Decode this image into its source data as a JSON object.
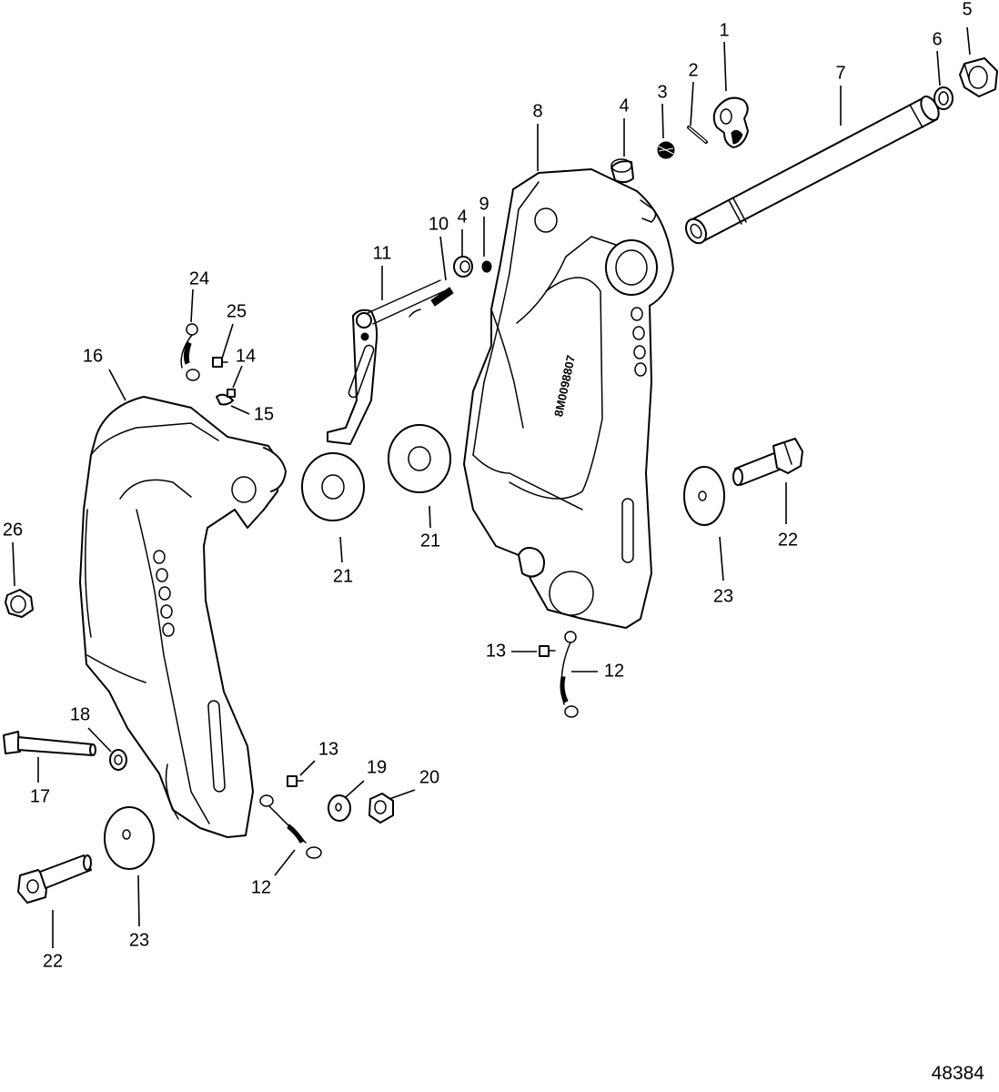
{
  "figure_number": "48384",
  "casting_marking": "8M0098807",
  "callouts": [
    {
      "id": "c1",
      "label": "1"
    },
    {
      "id": "c2",
      "label": "2"
    },
    {
      "id": "c3",
      "label": "3"
    },
    {
      "id": "c4a",
      "label": "4"
    },
    {
      "id": "c4b",
      "label": "4"
    },
    {
      "id": "c5",
      "label": "5"
    },
    {
      "id": "c6",
      "label": "6"
    },
    {
      "id": "c7",
      "label": "7"
    },
    {
      "id": "c8",
      "label": "8"
    },
    {
      "id": "c9",
      "label": "9"
    },
    {
      "id": "c10",
      "label": "10"
    },
    {
      "id": "c11",
      "label": "11"
    },
    {
      "id": "c12a",
      "label": "12"
    },
    {
      "id": "c12b",
      "label": "12"
    },
    {
      "id": "c13a",
      "label": "13"
    },
    {
      "id": "c13b",
      "label": "13"
    },
    {
      "id": "c14",
      "label": "14"
    },
    {
      "id": "c15",
      "label": "15"
    },
    {
      "id": "c16",
      "label": "16"
    },
    {
      "id": "c17",
      "label": "17"
    },
    {
      "id": "c18",
      "label": "18"
    },
    {
      "id": "c19",
      "label": "19"
    },
    {
      "id": "c20",
      "label": "20"
    },
    {
      "id": "c21a",
      "label": "21"
    },
    {
      "id": "c21b",
      "label": "21"
    },
    {
      "id": "c22a",
      "label": "22"
    },
    {
      "id": "c22b",
      "label": "22"
    },
    {
      "id": "c23a",
      "label": "23"
    },
    {
      "id": "c23b",
      "label": "23"
    },
    {
      "id": "c24",
      "label": "24"
    },
    {
      "id": "c25",
      "label": "25"
    },
    {
      "id": "c26",
      "label": "26"
    }
  ]
}
